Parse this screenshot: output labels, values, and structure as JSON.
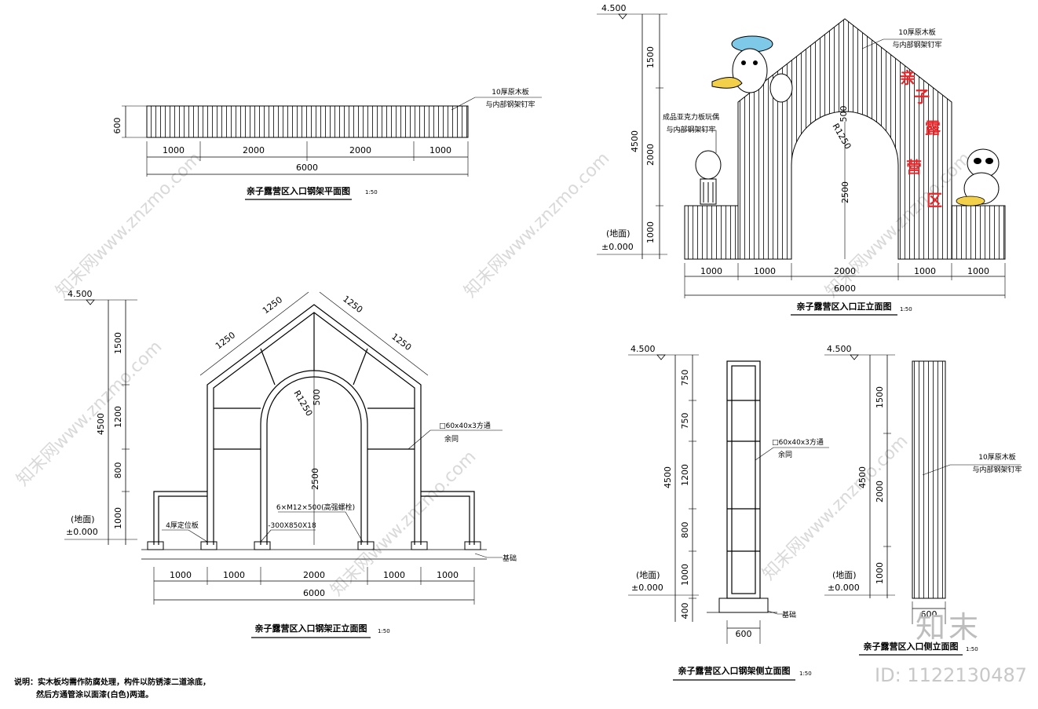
{
  "drawings": {
    "plan": {
      "title": "亲子露营区入口钢架平面图",
      "scale": "1:50",
      "depth": "600",
      "segments": [
        "1000",
        "2000",
        "2000",
        "1000"
      ],
      "total": "6000",
      "callout": [
        "10厚原木板",
        "与内部钢架钉牢"
      ]
    },
    "front_elevation": {
      "title": "亲子露营区入口正立面图",
      "scale": "1:50",
      "top_level": "4.500",
      "ground_tag": "(地面)",
      "ground_level": "±0.000",
      "v_segments": [
        "1500",
        "2000",
        "1000"
      ],
      "v_total": "4500",
      "arch_rise": "500",
      "arch_radius": "R1250",
      "opening_height": "2500",
      "segments": [
        "1000",
        "1000",
        "2000",
        "1000",
        "1000"
      ],
      "total": "6000",
      "callout_board": [
        "10厚原木板",
        "与内部钢架钉牢"
      ],
      "callout_figure": [
        "成品亚克力板玩偶",
        "与内部钢架钉牢"
      ],
      "signage": [
        "亲",
        "子",
        "露",
        "营",
        "区"
      ],
      "signage_color": "#e8262a"
    },
    "frame_front": {
      "title": "亲子露营区入口钢架正立面图",
      "scale": "1:50",
      "top_level": "4.500",
      "ground_tag": "(地面)",
      "ground_level": "±0.000",
      "v_segments": [
        "1500",
        "1200",
        "800",
        "1000"
      ],
      "v_total": "4500",
      "slopes": [
        "1250",
        "1250",
        "1250",
        "1250"
      ],
      "arch_radius": "R1250",
      "arch_rise": "500",
      "opening_height": "2500",
      "tube_callout": [
        "□60x40x3方通",
        "余同"
      ],
      "bolt_callout": "6×M12×500(高强螺栓)",
      "plate_callout": "4厚定位板",
      "base_callout": "-300X850X18",
      "foundation": "基础",
      "segments": [
        "1000",
        "1000",
        "2000",
        "1000",
        "1000"
      ],
      "total": "6000"
    },
    "frame_side": {
      "title": "亲子露营区入口钢架侧立面图",
      "scale": "1:50",
      "top_level": "4.500",
      "ground_tag": "(地面)",
      "ground_level": "±0.000",
      "v_segments": [
        "750",
        "750",
        "1200",
        "800",
        "1000"
      ],
      "v_total": "4500",
      "below": "400",
      "tube_callout": [
        "□60x40x3方通",
        "余同"
      ],
      "foundation": "基础",
      "width": "600"
    },
    "side_elevation": {
      "title": "亲子露营区入口侧立面图",
      "scale": "1:50",
      "top_level": "4.500",
      "ground_tag": "(地面)",
      "ground_level": "±0.000",
      "v_segments": [
        "1500",
        "2000",
        "1000"
      ],
      "v_total": "4500",
      "callout": [
        "10厚原木板",
        "与内部钢架钉牢"
      ],
      "width": "600"
    }
  },
  "notes": [
    "说明：实木板均需作防腐处理，构件以防锈漆二道涂底，",
    "然后方通管涂以面漆(白色)两道。"
  ],
  "watermark": "知末网www.znzmo.com",
  "brand": "知末",
  "id_tag": "ID: 1122130487"
}
